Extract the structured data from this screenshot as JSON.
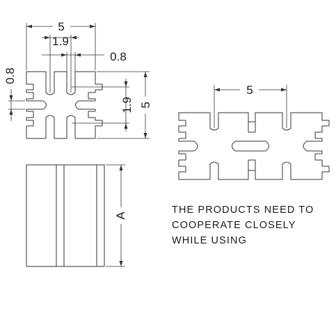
{
  "drawing": {
    "dimensions": {
      "top_width": "5",
      "slot_spacing": "1.9",
      "slot_width": "0.8",
      "left_thickness": "0.8",
      "right_pitch": "1.9",
      "right_height": "5",
      "pair_pitch": "5",
      "length": "A"
    },
    "note": {
      "lines": [
        "THE PRODUCTS NEED TO",
        "COOPERATE CLOSELY",
        "WHILE USING"
      ]
    }
  }
}
